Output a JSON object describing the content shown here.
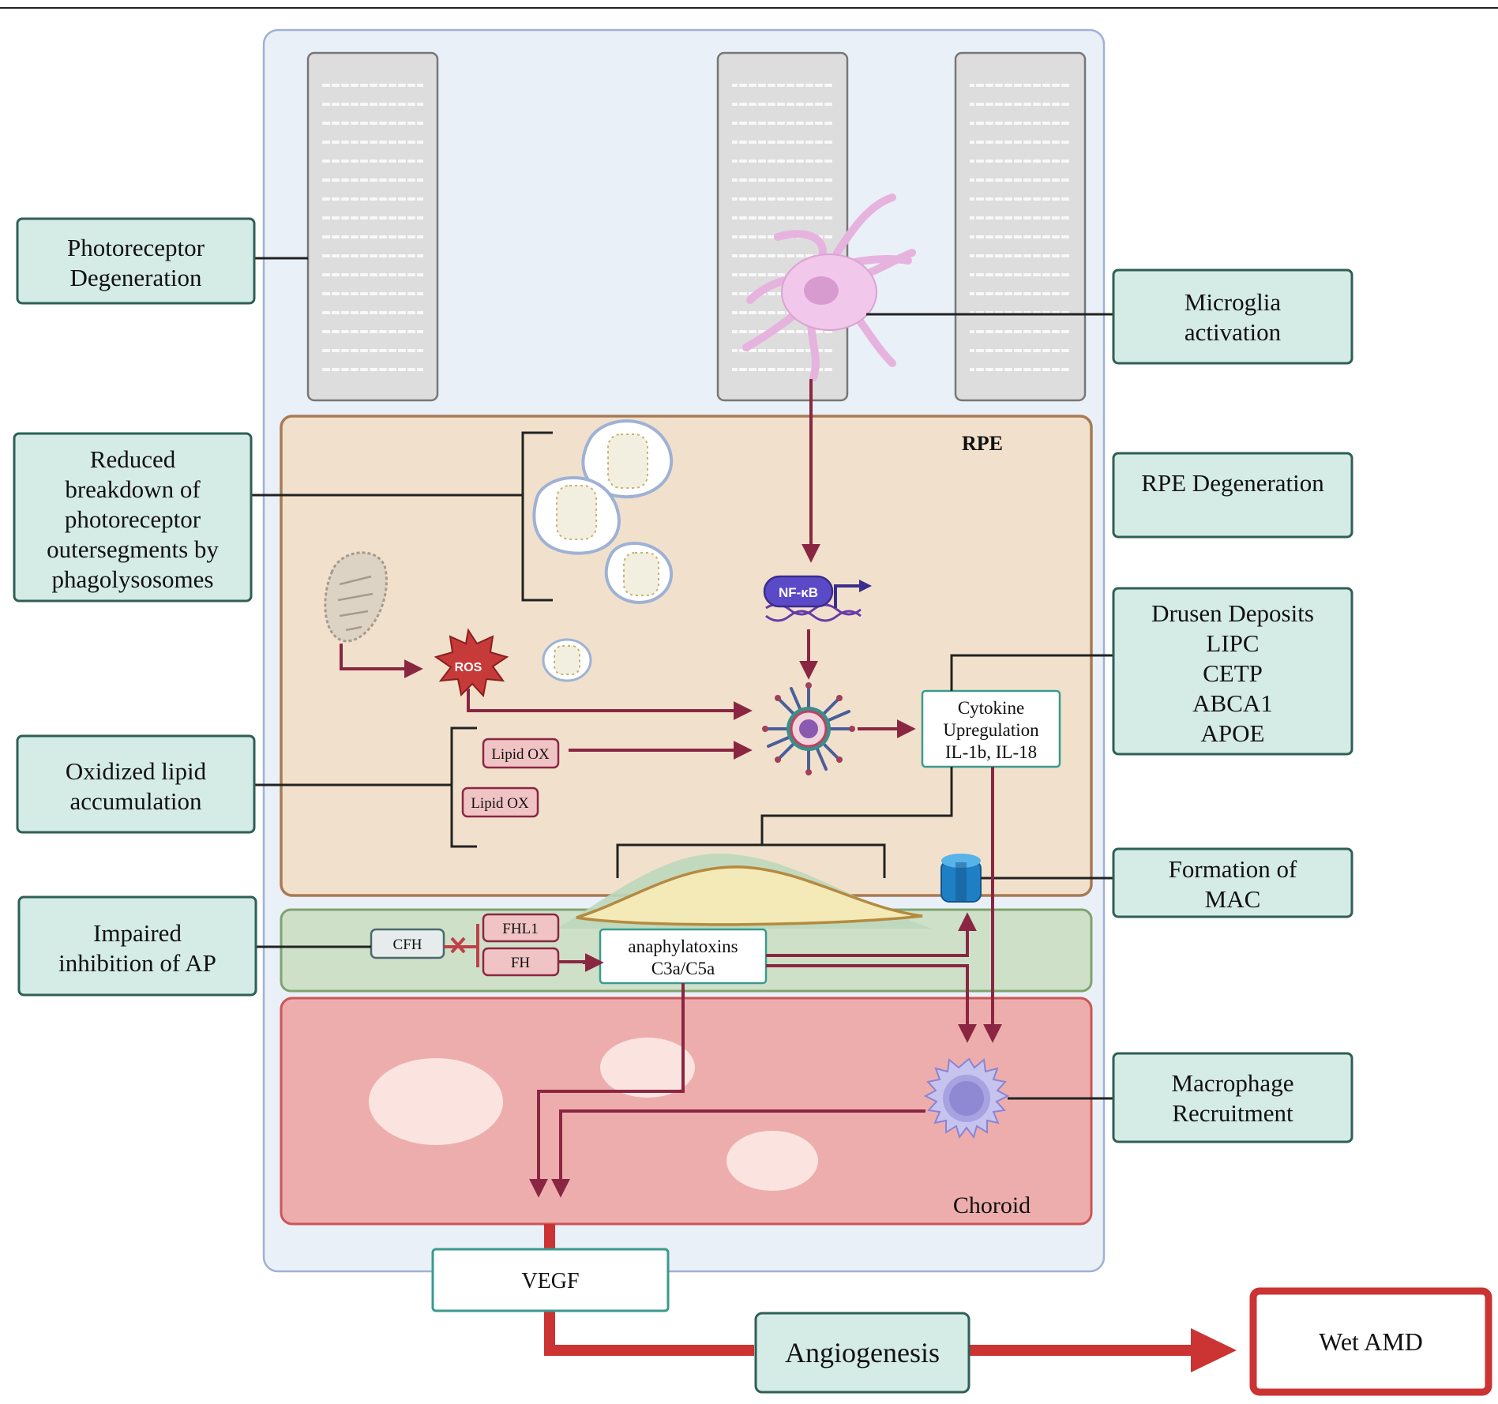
{
  "colors": {
    "retina_panel": "#eaf0f8",
    "rpe_fill": "#f1e1cc",
    "rpe_border": "#a97a55",
    "bruch_fill": "#cfe0c8",
    "choroid_fill": "#eeadad",
    "callout_fill": "#d5ebe6",
    "callout_border": "#2f5f55",
    "pathway_arrow": "#8a2642",
    "output_arrow": "#cc3333"
  },
  "regions": {
    "rpe": "RPE",
    "choroid": "Choroid"
  },
  "callouts_left": {
    "photoreceptor": [
      "Photoreceptor",
      "Degeneration"
    ],
    "phagolysosome": [
      "Reduced",
      "breakdown of",
      "photoreceptor",
      "outersegments by",
      "phagolysosomes"
    ],
    "oxidized": [
      "Oxidized lipid",
      "accumulation"
    ],
    "impaired": [
      "Impaired",
      "inhibition of AP"
    ]
  },
  "callouts_right": {
    "microglia": [
      "Microglia",
      "activation"
    ],
    "rpe_degeneration": [
      "RPE Degeneration"
    ],
    "drusen": [
      "Drusen Deposits",
      "LIPC",
      "CETP",
      "ABCA1",
      "APOE"
    ],
    "mac": [
      "Formation of",
      "MAC"
    ],
    "macrophage": [
      "Macrophage",
      "Recruitment"
    ]
  },
  "molecules": {
    "nfkb": "NF-κB",
    "ros": "ROS",
    "lipid_ox": "Lipid OX",
    "cytokine": [
      "Cytokine",
      "Upregulation",
      "IL-1b, IL-18"
    ],
    "cfh": "CFH",
    "fhl1": "FHL1",
    "fh": "FH",
    "anaphylatoxins": [
      "anaphylatoxins",
      "C3a/C5a"
    ]
  },
  "outputs": {
    "vegf": "VEGF",
    "angiogenesis": "Angiogenesis",
    "wet_amd": "Wet AMD"
  }
}
